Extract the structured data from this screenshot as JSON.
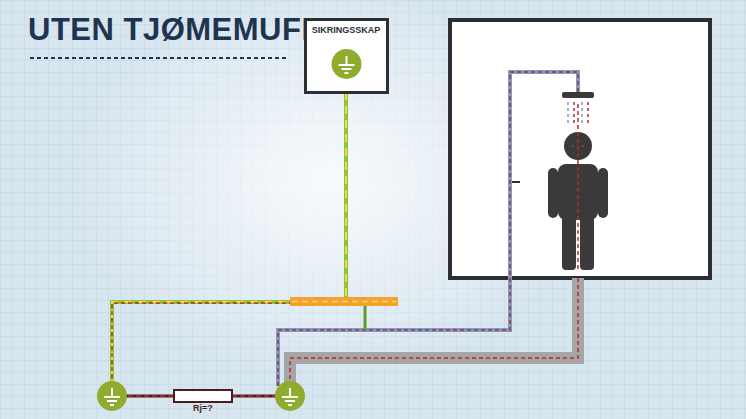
{
  "diagram": {
    "title": "UTEN TJØMEMUFFE",
    "nodes": [
      {
        "text": [
          "SIKRINGSSKAP"
        ]
      }
    ],
    "labels": [
      "Rj=?"
    ]
  }
}
